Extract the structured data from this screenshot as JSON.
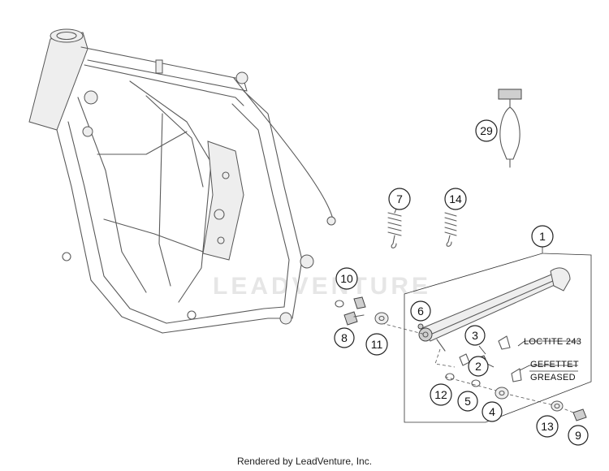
{
  "diagram": {
    "watermark": "LEADVENTURE",
    "callouts": [
      {
        "id": "1",
        "label": "1"
      },
      {
        "id": "2",
        "label": "2"
      },
      {
        "id": "3",
        "label": "3"
      },
      {
        "id": "4",
        "label": "4"
      },
      {
        "id": "5",
        "label": "5"
      },
      {
        "id": "6",
        "label": "6"
      },
      {
        "id": "7",
        "label": "7"
      },
      {
        "id": "8",
        "label": "8"
      },
      {
        "id": "9",
        "label": "9"
      },
      {
        "id": "10",
        "label": "10"
      },
      {
        "id": "11",
        "label": "11"
      },
      {
        "id": "12",
        "label": "12"
      },
      {
        "id": "13",
        "label": "13"
      },
      {
        "id": "14",
        "label": "14"
      },
      {
        "id": "29",
        "label": "29"
      }
    ],
    "notes": {
      "loctite": "LOCTITE 243",
      "gefettet": "GEFETTET",
      "greased": "GREASED"
    }
  },
  "footer": {
    "credit": "Rendered by LeadVenture, Inc."
  }
}
